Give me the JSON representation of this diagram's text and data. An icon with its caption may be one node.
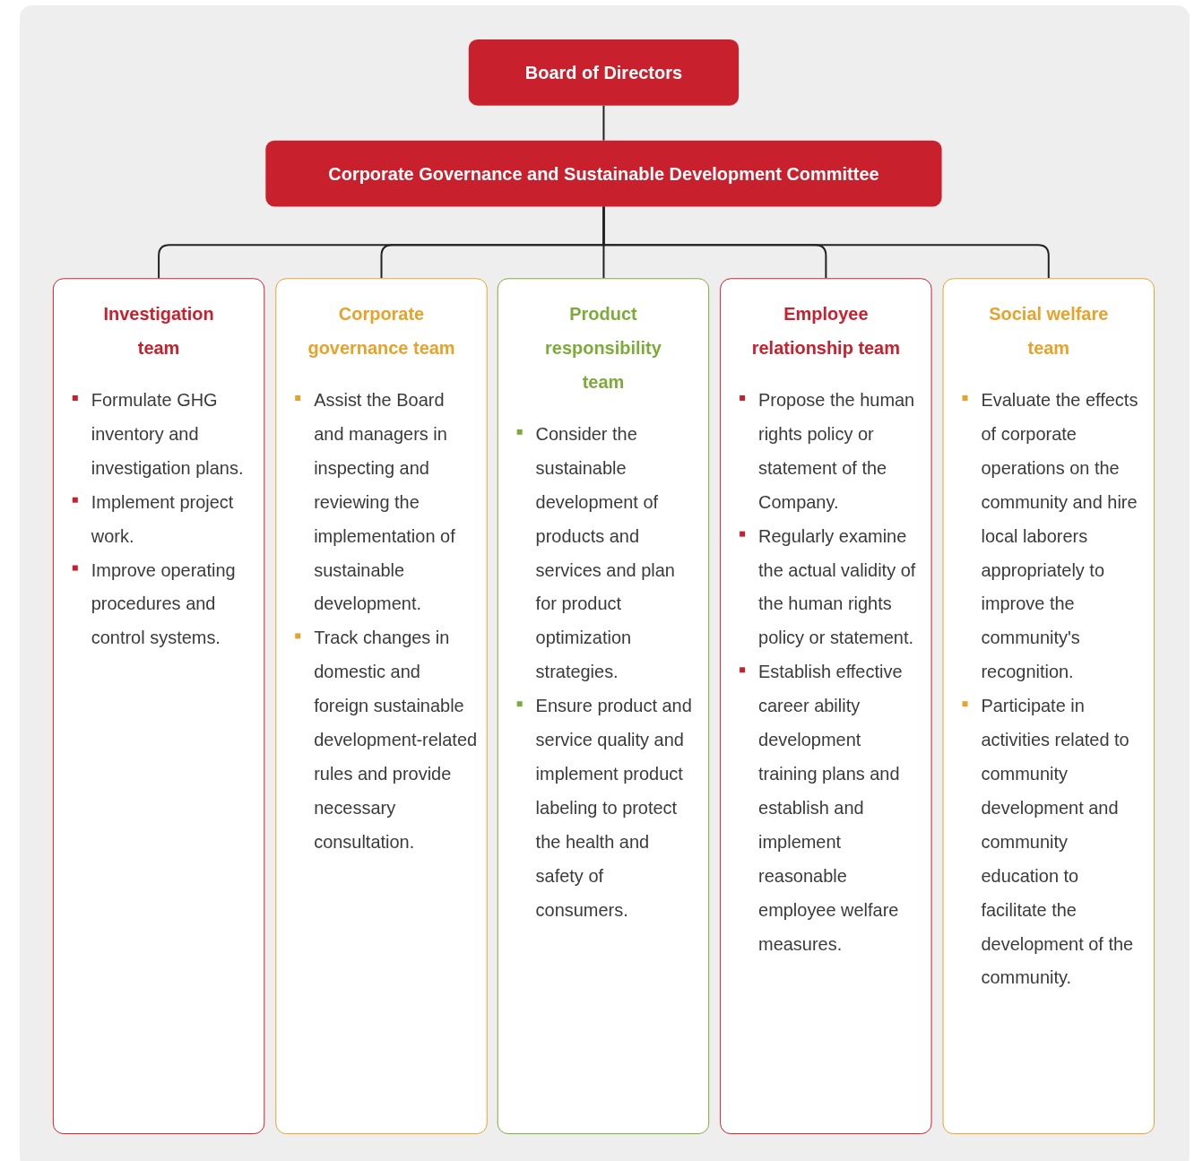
{
  "diagram": {
    "nodes": [
      {
        "text": [
          "Board of Directors"
        ]
      },
      {
        "text": [
          "Corporate Governance and Sustainable Development Committee"
        ]
      },
      {
        "text": [
          "Investigation team",
          "Formulate GHG inventory and investigation plans.",
          "Implement project work.",
          "Improve operating procedures and control systems."
        ]
      },
      {
        "text": [
          "Corporate governance team",
          "Assist the Board and managers in inspecting and reviewing the implementation of sustainable development.",
          "Track changes in domestic and foreign sustainable development-related rules and provide necessary consultation."
        ]
      },
      {
        "text": [
          "Product responsibility team",
          "Consider the sustainable development of products and services and plan for product optimization strategies.",
          "Ensure product and service quality and implement product labeling to protect the health and safety of consumers."
        ]
      },
      {
        "text": [
          "Employee relationship team",
          "Propose the human rights policy or statement of the Company.",
          "Regularly examine the actual validity of the human rights policy or statement.",
          "Establish effective career ability development training plans and establish and implement reasonable employee welfare measures."
        ]
      },
      {
        "text": [
          "Social welfare team",
          "Evaluate the effects of corporate operations on the community and hire local laborers appropriately to improve the community's recognition.",
          "Participate in activities related to community development and community education to facilitate the development of the community."
        ]
      }
    ],
    "edges": [
      {
        "from": 0,
        "to": 1,
        "arrow": "none"
      },
      {
        "from": 1,
        "to": 2,
        "arrow": "none"
      },
      {
        "from": 1,
        "to": 3,
        "arrow": "none"
      },
      {
        "from": 1,
        "to": 4,
        "arrow": "none"
      },
      {
        "from": 1,
        "to": 5,
        "arrow": "none"
      },
      {
        "from": 1,
        "to": 6,
        "arrow": "none"
      }
    ]
  }
}
